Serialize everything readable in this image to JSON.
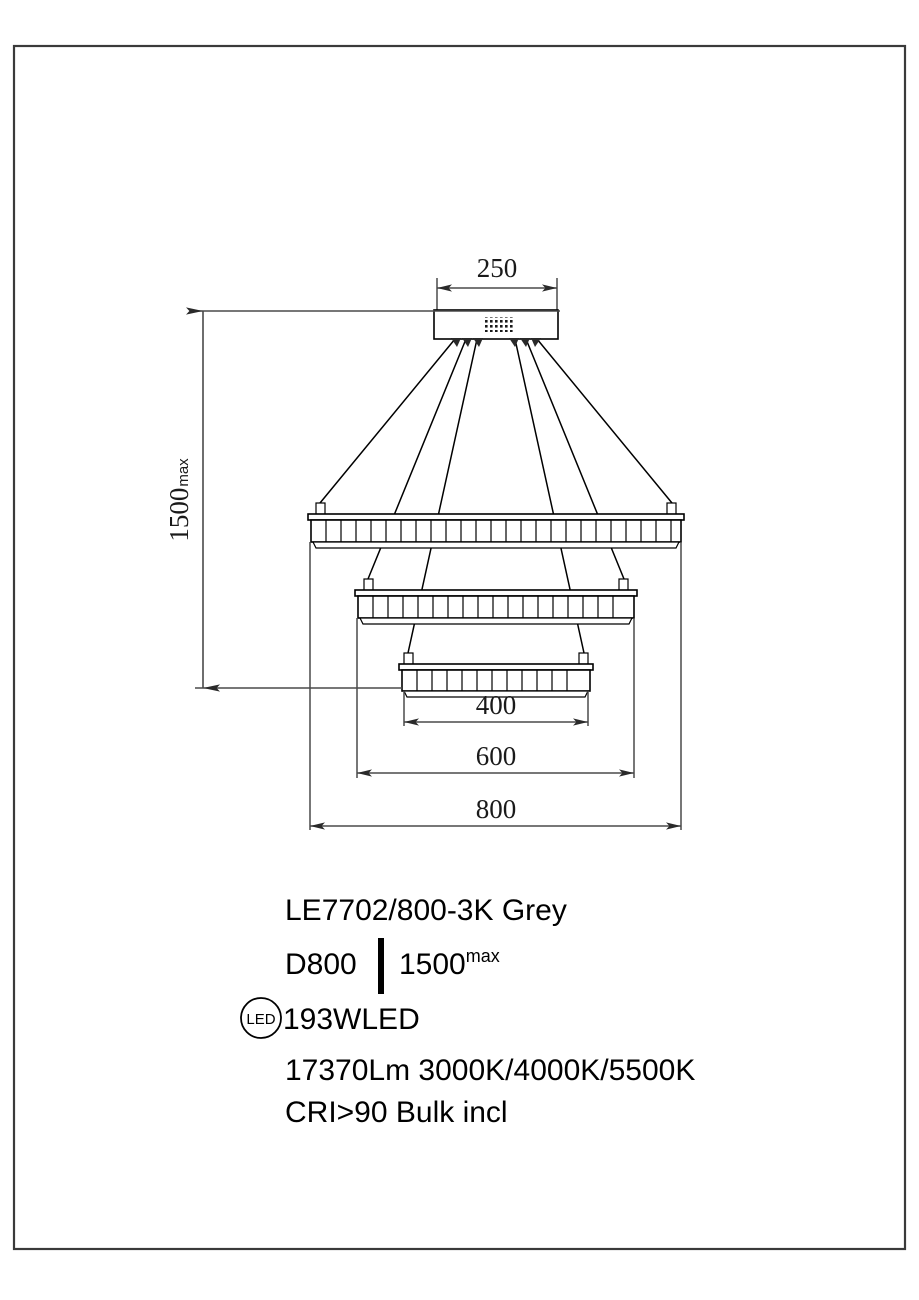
{
  "drawing": {
    "title": "Pendant luminaire technical dimension drawing",
    "dimensions": {
      "canopy_width": "250",
      "drop_height_value": "1500",
      "drop_height_suffix": "max",
      "ring_small": "400",
      "ring_medium": "600",
      "ring_large": "800"
    },
    "icons": {
      "canopy_vent": "grid-pattern-icon",
      "arrow": "dimension-arrow-icon"
    }
  },
  "spec": {
    "model": "LE7702/800-3K Grey",
    "diameter": "D800",
    "drop_value": "1500",
    "drop_sup": "max",
    "led_badge": "LED",
    "wattage": "193WLED",
    "lumens_cct": "17370Lm  3000K/4000K/5500K",
    "cri_bulb": "CRI>90  Bulk  incl"
  },
  "colors": {
    "line": "#000000",
    "dimension": "#4a4a4a",
    "border": "#3a3a3a",
    "text": "#000000",
    "background": "#ffffff"
  }
}
